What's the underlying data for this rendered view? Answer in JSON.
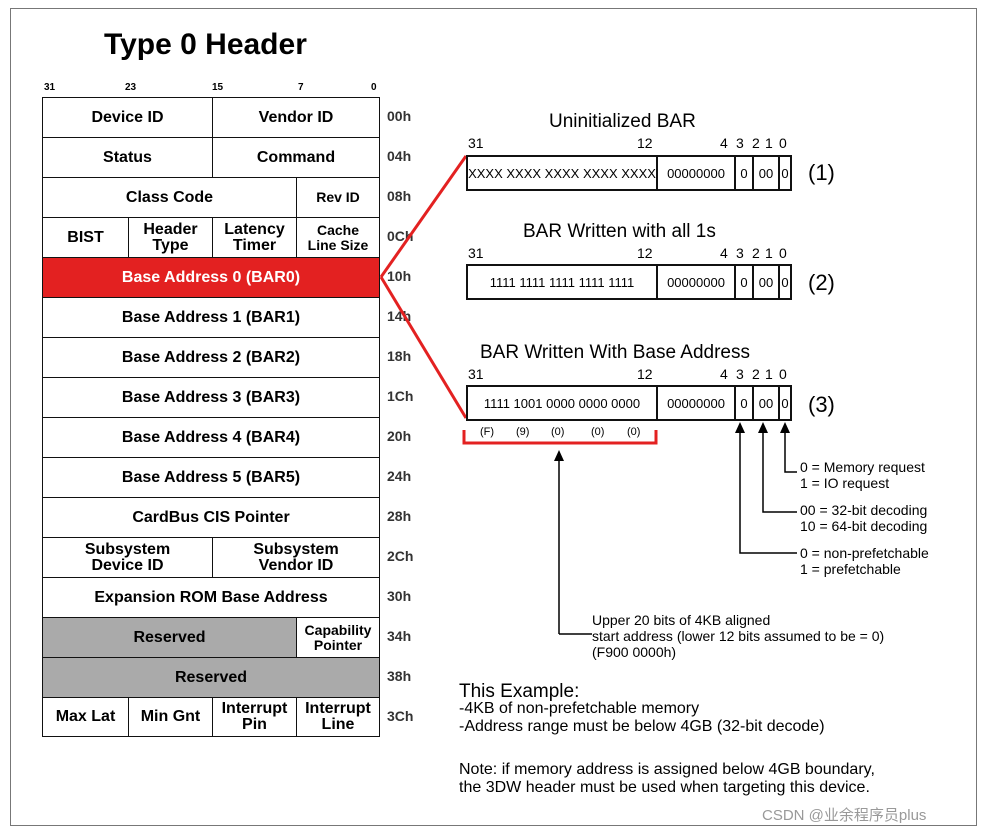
{
  "title": "Type 0 Header",
  "bit_numbers": [
    "31",
    "23",
    "15",
    "7",
    "0"
  ],
  "header_rows": [
    {
      "offset": "00h",
      "cells": [
        "Device ID",
        "Vendor ID"
      ]
    },
    {
      "offset": "04h",
      "cells": [
        "Status",
        "Command"
      ]
    },
    {
      "offset": "08h",
      "cells": [
        "Class Code",
        "Rev ID"
      ]
    },
    {
      "offset": "0Ch",
      "cells": [
        "BIST",
        "Header Type",
        "Latency Timer",
        "Cache Line Size"
      ]
    },
    {
      "offset": "10h",
      "cells": [
        "Base Address 0 (BAR0)"
      ]
    },
    {
      "offset": "14h",
      "cells": [
        "Base Address 1 (BAR1)"
      ]
    },
    {
      "offset": "18h",
      "cells": [
        "Base Address 2 (BAR2)"
      ]
    },
    {
      "offset": "1Ch",
      "cells": [
        "Base Address 3 (BAR3)"
      ]
    },
    {
      "offset": "20h",
      "cells": [
        "Base Address 4 (BAR4)"
      ]
    },
    {
      "offset": "24h",
      "cells": [
        "Base Address 5 (BAR5)"
      ]
    },
    {
      "offset": "28h",
      "cells": [
        "CardBus CIS Pointer"
      ]
    },
    {
      "offset": "2Ch",
      "cells": [
        "Subsystem Device ID",
        "Subsystem Vendor ID"
      ]
    },
    {
      "offset": "30h",
      "cells": [
        "Expansion ROM Base Address"
      ]
    },
    {
      "offset": "34h",
      "cells": [
        "Reserved",
        "Capability Pointer"
      ]
    },
    {
      "offset": "38h",
      "cells": [
        "Reserved"
      ]
    },
    {
      "offset": "3Ch",
      "cells": [
        "Max Lat",
        "Min Gnt",
        "Interrupt Pin",
        "Interrupt Line"
      ]
    }
  ],
  "colors": {
    "highlight": "#e32121",
    "reserved": "#aaaaaa"
  },
  "bar_bit_labels": [
    "31",
    "12",
    "4",
    "3",
    "2",
    "1",
    "0"
  ],
  "bars": [
    {
      "title": "Uninitialized BAR",
      "address": "XXXX XXXX XXXX XXXX XXXX",
      "low": "00000000",
      "prefetch": "0",
      "type": "00",
      "space": "0",
      "index": "(1)"
    },
    {
      "title": "BAR Written with all 1s",
      "address": "1111 1111 1111 1111 1111",
      "low": "00000000",
      "prefetch": "0",
      "type": "00",
      "space": "0",
      "index": "(2)"
    },
    {
      "title": "BAR Written With Base Address",
      "address": "1111 1001 0000 0000 0000",
      "low": "00000000",
      "prefetch": "0",
      "type": "00",
      "space": "0",
      "index": "(3)"
    }
  ],
  "nibbles": [
    "(F)",
    "(9)",
    "(0)",
    "(0)",
    "(0)"
  ],
  "annotations": {
    "memory": [
      "0 = Memory request",
      "1 = IO request"
    ],
    "decoding": [
      "00 = 32-bit decoding",
      "10 = 64-bit decoding"
    ],
    "prefetch": [
      "0 = non-prefetchable",
      "1 = prefetchable"
    ],
    "upper": [
      "Upper 20 bits of 4KB aligned",
      "start address (lower 12 bits assumed to be = 0)",
      "(F900 0000h)"
    ]
  },
  "example": {
    "heading": "This Example:",
    "lines": [
      "-4KB of non-prefetchable memory",
      "-Address range must be below 4GB (32-bit decode)"
    ],
    "note": [
      "Note: if memory address is assigned below 4GB boundary,",
      "the 3DW header must be used when targeting this device."
    ]
  },
  "watermark": "CSDN @业余程序员plus"
}
